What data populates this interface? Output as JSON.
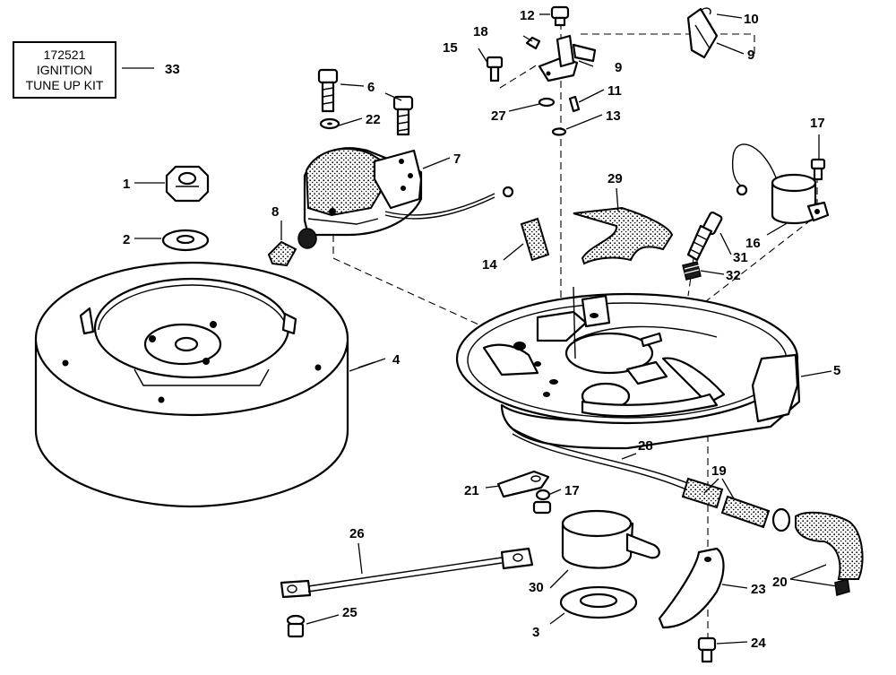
{
  "kit_box": {
    "number": "172521",
    "line1": "IGNITION",
    "line2": "TUNE UP KIT"
  },
  "callouts": {
    "c1": "1",
    "c2": "2",
    "c3": "3",
    "c4": "4",
    "c5": "5",
    "c6": "6",
    "c7": "7",
    "c8": "8",
    "c9a": "9",
    "c9b": "9",
    "c10": "10",
    "c11": "11",
    "c12": "12",
    "c13": "13",
    "c14": "14",
    "c15": "15",
    "c16": "16",
    "c17a": "17",
    "c17b": "17",
    "c18": "18",
    "c19": "19",
    "c20": "20",
    "c21": "21",
    "c22": "22",
    "c23": "23",
    "c24": "24",
    "c25": "25",
    "c26": "26",
    "c27": "27",
    "c28": "28",
    "c29": "29",
    "c30": "30",
    "c31": "31",
    "c32": "32",
    "c33": "33"
  }
}
